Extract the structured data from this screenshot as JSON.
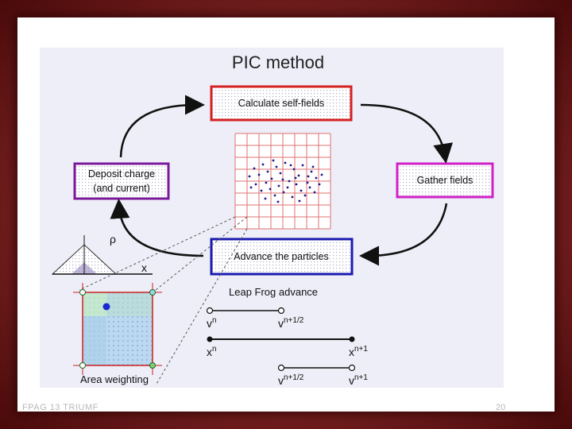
{
  "diagram": {
    "title": "PIC method",
    "boxes": {
      "top": "Calculate self-fields",
      "right": "Gather fields",
      "bottom": "Advance the particles",
      "left_line1": "Deposit charge",
      "left_line2": "(and current)"
    },
    "leapfrog": {
      "title": "Leap Frog advance",
      "v_n": "v",
      "v_n_sup": "n",
      "v_half": "v",
      "v_half_sup": "n+1/2",
      "x_n": "x",
      "x_n_sup": "n",
      "x_next": "x",
      "x_next_sup": "n+1",
      "v_half2": "v",
      "v_half2_sup": "n+1/2",
      "v_next": "v",
      "v_next_sup": "n+1"
    },
    "weighting": {
      "rho_label": "ρ",
      "x_label": "x",
      "caption": "Area weighting"
    },
    "colors": {
      "top_box": "#d42020",
      "right_box": "#d020c8",
      "bottom_box": "#1a1ab0",
      "left_box": "#7a1a9a",
      "frame": "#7a1010"
    }
  },
  "footer": {
    "left": "FPAG 13 TRIUMF",
    "right": "20"
  }
}
